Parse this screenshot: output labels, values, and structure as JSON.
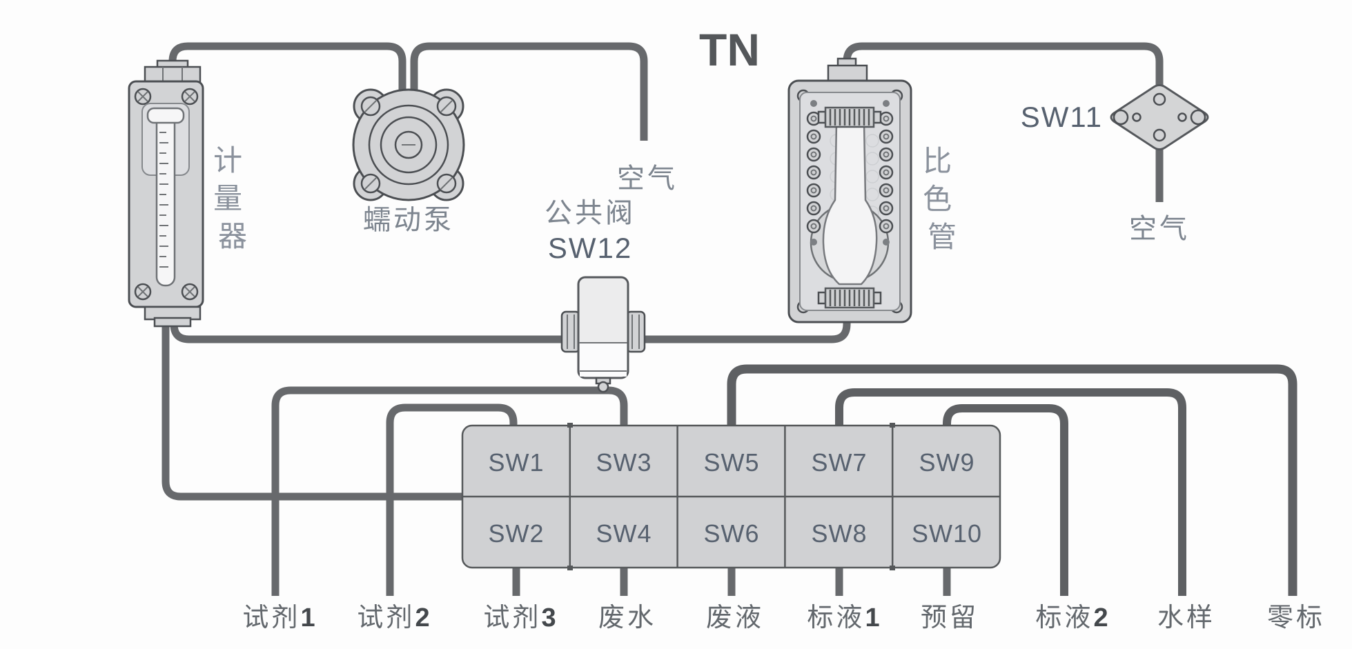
{
  "title": "TN",
  "colors": {
    "pipe": "#67696c",
    "pipe_dark": "#5e6063",
    "device_fill": "#d2d3d5",
    "device_stroke": "#4b4e52",
    "panel_fill": "#dcdde0",
    "panel_stroke": "#85888c",
    "cell_fill": "#d0d1d3",
    "cell_stroke": "#55585a",
    "label_blue": "#8a919c",
    "label_gray": "#7d858f",
    "sw_text": "#57616f",
    "port_text": "#63686d",
    "port_num": "#44484c",
    "title_color": "#54575a",
    "white_fill": "#f6f6f7"
  },
  "devices": {
    "flow_meter": {
      "name": "计量器",
      "chars": [
        "计",
        "量",
        "器"
      ]
    },
    "pump": {
      "label": "蠕动泵"
    },
    "air_left": {
      "label": "空气"
    },
    "common_valve": {
      "line1": "公共阀",
      "line2": "SW12"
    },
    "colorimeter": {
      "name": "比色管",
      "chars": [
        "比",
        "色",
        "管"
      ]
    },
    "sw11": {
      "label": "SW11"
    },
    "air_right": {
      "label": "空气"
    }
  },
  "valve_bank": {
    "rows": [
      [
        "SW1",
        "SW3",
        "SW5",
        "SW7",
        "SW9"
      ],
      [
        "SW2",
        "SW4",
        "SW6",
        "SW8",
        "SW10"
      ]
    ]
  },
  "ports": [
    {
      "name": "试剂",
      "num": "1"
    },
    {
      "name": "试剂",
      "num": "2"
    },
    {
      "name": "试剂",
      "num": "3"
    },
    {
      "name": "废水",
      "num": ""
    },
    {
      "name": "废液",
      "num": ""
    },
    {
      "name": "标液",
      "num": "1"
    },
    {
      "name": "预留",
      "num": ""
    },
    {
      "name": "标液",
      "num": "2"
    },
    {
      "name": "水样",
      "num": ""
    },
    {
      "name": "零标",
      "num": ""
    }
  ]
}
